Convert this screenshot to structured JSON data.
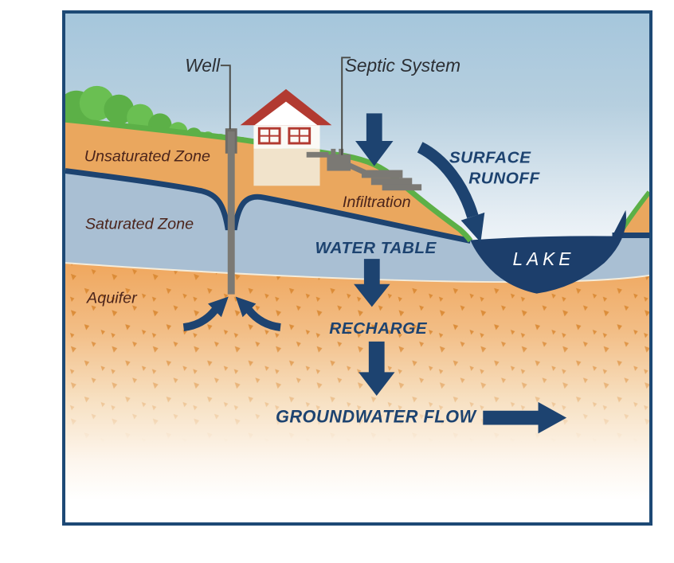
{
  "figure": {
    "title_hint": "Groundwater diagram",
    "labels": {
      "well": "Well",
      "septic": "Septic System",
      "unsaturated": "Unsaturated Zone",
      "saturated": "Saturated Zone",
      "aquifer": "Aquifer",
      "infiltration": "Infiltration",
      "surface_runoff": {
        "line1": "SURFACE",
        "line2": "RUNOFF"
      },
      "water_table": "WATER TABLE",
      "lake": "LAKE",
      "recharge": "RECHARGE",
      "groundwater_flow": "GROUNDWATER FLOW"
    },
    "palette": {
      "frame": "#1d4975",
      "navy": "#1d4370",
      "lake": "#1c3e6b",
      "sky": "#a5c6dc",
      "grass": "#5cb047",
      "grass_light": "#6abf52",
      "soil": "#eaa75e",
      "saturated": "#a9bfd3",
      "aquifer_top": "#efa255",
      "speckle": "#d9862f",
      "label_dark": "#2c2f34",
      "label_maroon": "#4b241b",
      "house_wall": "#fbfaf6",
      "house_roof": "#b23a31",
      "foundation": "#f1e3cb",
      "pipe_gray": "#7b7974"
    }
  }
}
